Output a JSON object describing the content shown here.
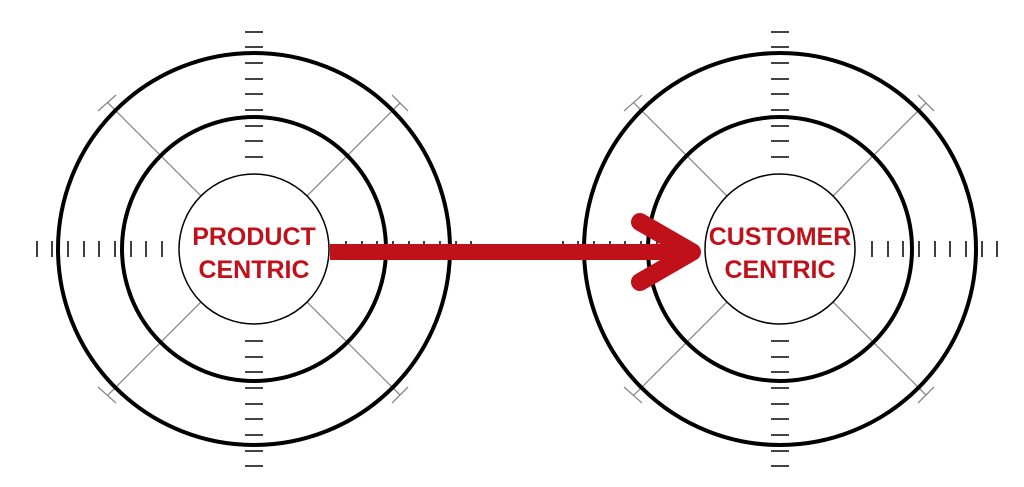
{
  "diagram": {
    "left_target": {
      "line1": "PRODUCT",
      "line2": "CENTRIC"
    },
    "right_target": {
      "line1": "CUSTOMER",
      "line2": "CENTRIC"
    },
    "colors": {
      "accent": "#c0101a",
      "rings": "#000000",
      "crosshair_diagonals": "#8a8a8a",
      "ticks": "#2a2a2a",
      "background": "#ffffff"
    },
    "icons": [
      "target-icon",
      "arrow-right-icon"
    ]
  }
}
